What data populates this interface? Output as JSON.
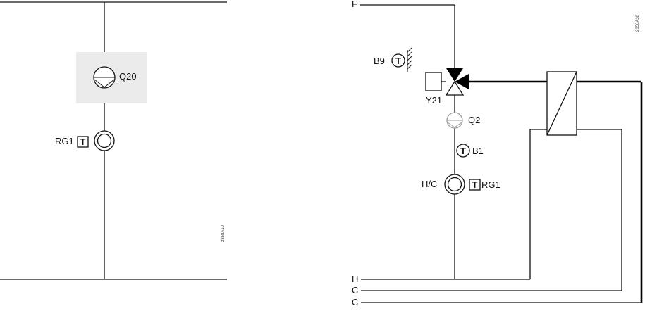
{
  "left_diagram": {
    "pump_label": "Q20",
    "sensor_label": "RG1",
    "sensor_symbol": "T",
    "code": "2358A10",
    "highlight_color": "#ebebeb"
  },
  "right_diagram": {
    "supply_label": "F",
    "sensor_b9_label": "B9",
    "sensor_b9_symbol": "T",
    "valve_label": "Y21",
    "pump_label": "Q2",
    "sensor_b1_label": "B1",
    "sensor_b1_symbol": "T",
    "hc_label": "H/C",
    "rg1_label": "RG1",
    "rg1_symbol": "T",
    "code": "2358A38",
    "pipe_labels": [
      "H",
      "C",
      "C"
    ]
  }
}
